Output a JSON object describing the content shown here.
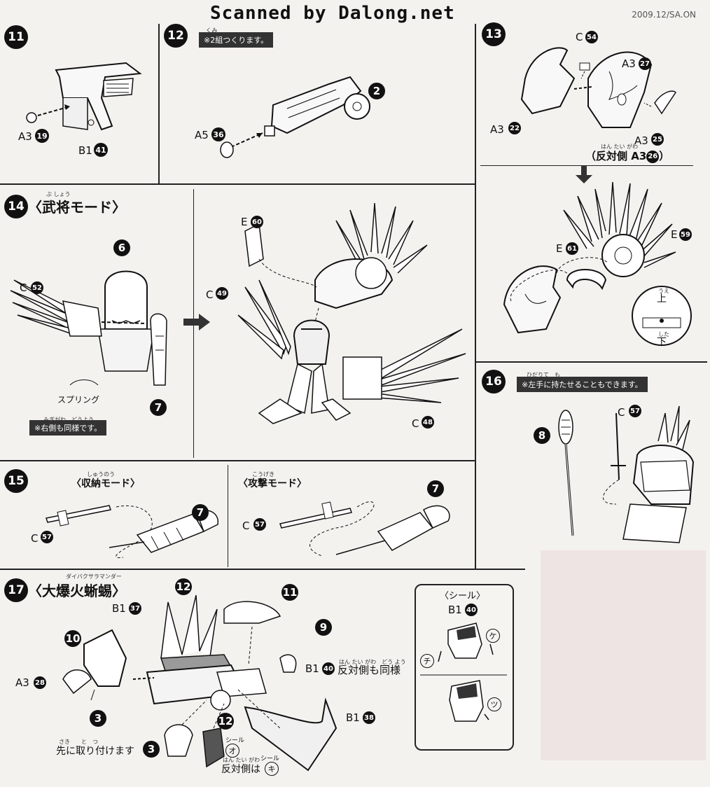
{
  "header": {
    "scan_credit": "Scanned by Dalong.net",
    "doc_code": "2009.12/SA.ON"
  },
  "steps": {
    "s11": {
      "number": "11",
      "parts": [
        {
          "label": "A3",
          "num": "19"
        },
        {
          "label": "B1",
          "num": "41"
        }
      ]
    },
    "s12": {
      "number": "12",
      "note": "※2組つくります。",
      "note_ruby": "くみ",
      "parts": [
        {
          "label": "A5",
          "num": "36"
        }
      ],
      "assembly": "2"
    },
    "s13": {
      "number": "13",
      "parts": [
        {
          "label": "C",
          "num": "54"
        },
        {
          "label": "A3",
          "num": "27"
        },
        {
          "label": "A3",
          "num": "22"
        },
        {
          "label": "A3",
          "num": "25"
        },
        {
          "label": "E",
          "num": "59"
        },
        {
          "label": "E",
          "num": "61"
        }
      ],
      "opposite_prefix": "（反対側 A3",
      "opposite_num": "26",
      "opposite_suffix": "）",
      "opposite_ruby": "はん たい がわ",
      "top_label": "上",
      "top_ruby": "うえ",
      "bottom_label": "下",
      "bottom_ruby": "した"
    },
    "s14": {
      "number": "14",
      "title": "〈武将モード〉",
      "title_ruby": "ぶ しょう",
      "parts": [
        {
          "label": "C",
          "num": "52"
        },
        {
          "label": "E",
          "num": "60"
        },
        {
          "label": "C",
          "num": "49"
        },
        {
          "label": "C",
          "num": "48"
        }
      ],
      "assemblies": [
        "6",
        "7"
      ],
      "spring_label": "スプリング",
      "note": "※右側も同様です。",
      "note_ruby": "みぎがわ　どうよう"
    },
    "s15": {
      "number": "15",
      "mode1": "〈収納モード〉",
      "mode1_ruby": "しゅうのう",
      "mode2": "〈攻撃モード〉",
      "mode2_ruby": "こうげき",
      "parts": [
        {
          "label": "C",
          "num": "57"
        },
        {
          "label": "C",
          "num": "57"
        }
      ],
      "assemblies": [
        "7",
        "7"
      ]
    },
    "s16": {
      "number": "16",
      "note": "※左手に持たせることもできます。",
      "note_ruby": "ひだりて　も",
      "parts": [
        {
          "label": "C",
          "num": "57"
        }
      ],
      "assembly": "8"
    },
    "s17": {
      "number": "17",
      "title": "〈大爆火蜥蜴〉",
      "title_ruby": "ダイバクサラマンダー",
      "parts": [
        {
          "label": "B1",
          "num": "37"
        },
        {
          "label": "A3",
          "num": "28"
        },
        {
          "label": "B1",
          "num": "40"
        },
        {
          "label": "B1",
          "num": "38"
        }
      ],
      "assemblies": [
        "12",
        "11",
        "9",
        "10",
        "3",
        "12",
        "3"
      ],
      "same_opposite": "反対側も同様",
      "same_opposite_ruby": "はん たい がわ　どう よう",
      "attach_front": "先に取り付けます",
      "attach_front_ruby": "さき　　と　つ",
      "sticker_word": "シール",
      "sticker_o": "オ",
      "opposite_ha": "反対側は",
      "opposite_ruby": "はん たい がわ",
      "sticker_ki": "キ",
      "sticker_box": {
        "title": "〈シール〉",
        "part_label": "B1",
        "part_num": "40",
        "chars": [
          "ケ",
          "チ",
          "ツ"
        ]
      }
    }
  },
  "colors": {
    "ink": "#111111",
    "paper": "#f4f2ef",
    "note_bg": "#333333"
  }
}
